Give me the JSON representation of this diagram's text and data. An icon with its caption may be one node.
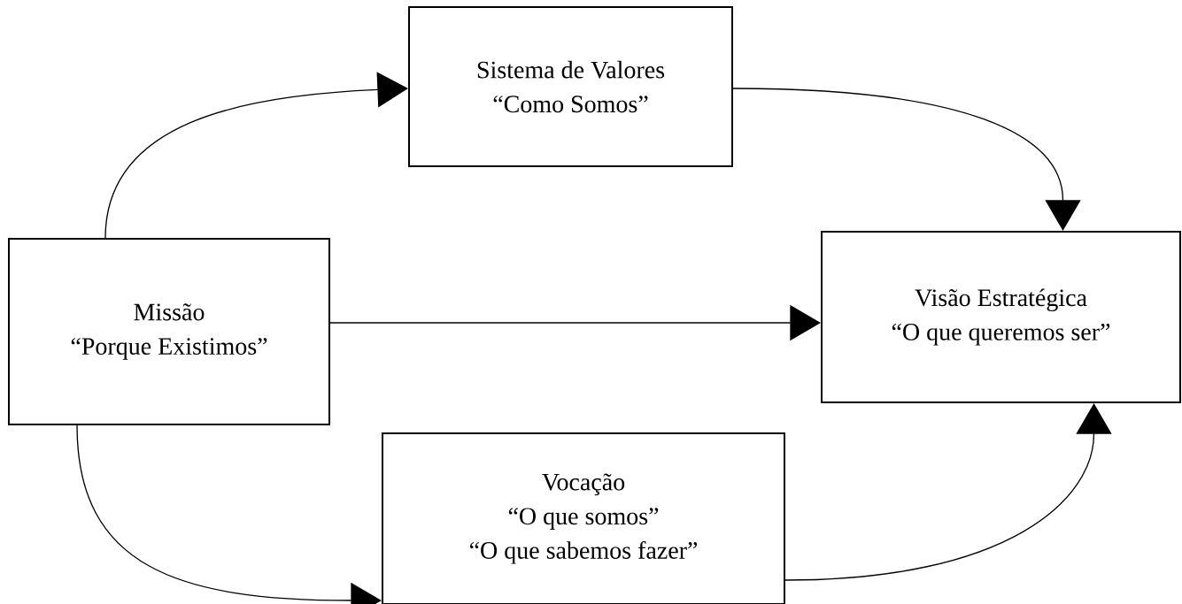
{
  "diagram": {
    "nodes": [
      {
        "text": [
          "Missão",
          "“Porque Existimos”"
        ]
      },
      {
        "text": [
          "Sistema de Valores",
          "“Como Somos”"
        ]
      },
      {
        "text": [
          "Visão Estratégica",
          "“O que queremos ser”"
        ]
      },
      {
        "text": [
          "Vocação",
          "“O que somos”",
          "“O que sabemos fazer”"
        ]
      }
    ],
    "edges": [
      {
        "from": 0,
        "to": 1,
        "arrow": "to"
      },
      {
        "from": 1,
        "to": 2,
        "arrow": "to"
      },
      {
        "from": 0,
        "to": 2,
        "arrow": "to"
      },
      {
        "from": 0,
        "to": 3,
        "arrow": "to"
      },
      {
        "from": 3,
        "to": 2,
        "arrow": "to"
      }
    ]
  }
}
